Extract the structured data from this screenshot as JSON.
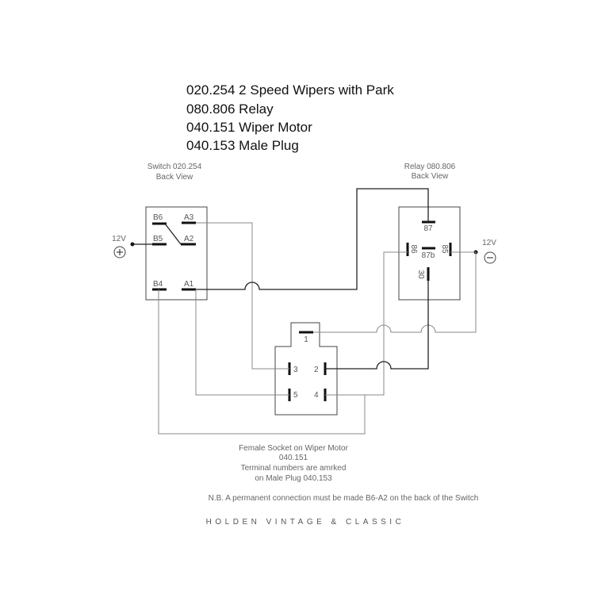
{
  "title_lines": [
    "020.254 2 Speed Wipers with Park",
    "080.806 Relay",
    "040.151 Wiper Motor",
    "040.153 Male Plug"
  ],
  "switch": {
    "label1": "Switch 020.254",
    "label2": "Back View",
    "terminals": {
      "b6": "B6",
      "a3": "A3",
      "b5": "B5",
      "a2": "A2",
      "b4": "B4",
      "a1": "A1"
    }
  },
  "relay": {
    "label1": "Relay 080.806",
    "label2": "Back View",
    "terminals": {
      "t87": "87",
      "t86": "86",
      "t87b": "87b",
      "t85": "85",
      "t30": "30"
    }
  },
  "supply": {
    "positive_label": "12V",
    "negative_label": "12V"
  },
  "plug": {
    "terminals": {
      "t1": "1",
      "t2": "2",
      "t3": "3",
      "t4": "4",
      "t5": "5"
    },
    "notes": [
      "Female Socket on Wiper Motor",
      "040.151",
      "Terminal numbers are amrked",
      "on Male Plug 040.153"
    ]
  },
  "note": "N.B. A permanent connection must be made B6-A2 on the back of the Switch",
  "footer": "HOLDEN VINTAGE & CLASSIC"
}
